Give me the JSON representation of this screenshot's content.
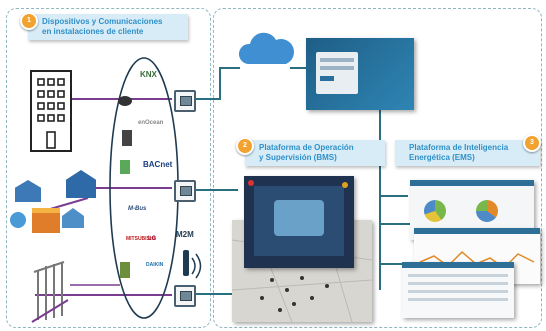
{
  "section1": {
    "badge": "1",
    "title_line1": "Dispositivos y Comunicaciones",
    "title_line2": "en instalaciones de cliente"
  },
  "section2": {
    "badge": "2",
    "title_line1": "Plataforma de Operación",
    "title_line2": "y Supervisión (BMS)"
  },
  "section3": {
    "badge": "3",
    "title_line1": "Plataforma de Inteligencia",
    "title_line2": "Energética (EMS)"
  },
  "m2m_label": "M2M",
  "protocol_logos": [
    "KNX",
    "enOcean",
    "BACnet",
    "M-Bus",
    "MITSUBISHI",
    "LG",
    "DAIKIN"
  ],
  "colors": {
    "accent_blue": "#2f90c9",
    "connector_purple": "#7b3d8f",
    "connector_teal": "#2a6f80",
    "badge_orange": "#f2a22f"
  }
}
